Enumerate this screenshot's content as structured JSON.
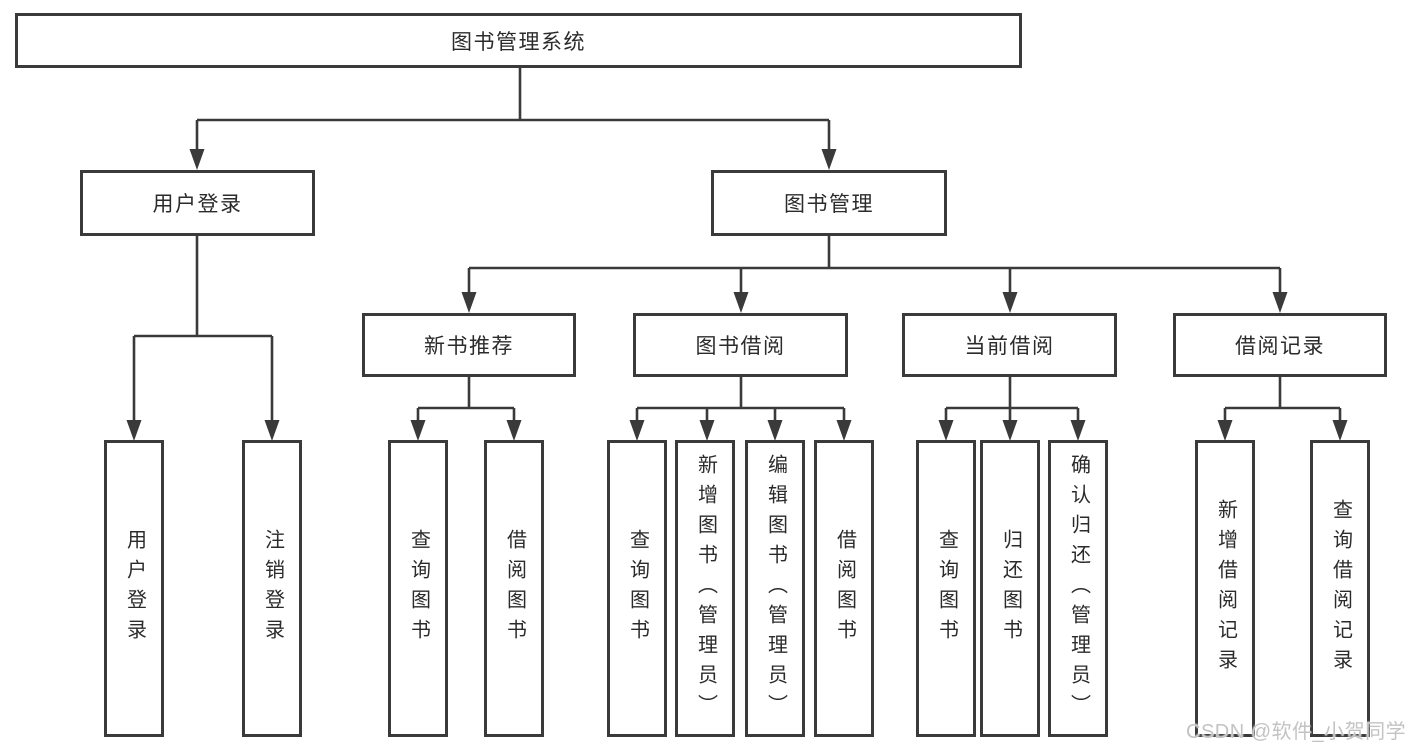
{
  "diagram": {
    "nodes": {
      "root": {
        "label": "图书管理系统"
      },
      "user_login": {
        "label": "用户登录"
      },
      "book_mgmt": {
        "label": "图书管理"
      },
      "new_book_rec": {
        "label": "新书推荐"
      },
      "book_borrow": {
        "label": "图书借阅"
      },
      "current_borrow": {
        "label": "当前借阅"
      },
      "borrow_records": {
        "label": "借阅记录"
      },
      "leaves": [
        {
          "label": "用户登录"
        },
        {
          "label": "注销登录"
        },
        {
          "label": "查询图书"
        },
        {
          "label": "借阅图书"
        },
        {
          "label": "查询图书"
        },
        {
          "label": "新增图书（管理员）"
        },
        {
          "label": "编辑图书（管理员）"
        },
        {
          "label": "借阅图书"
        },
        {
          "label": "查询图书"
        },
        {
          "label": "归还图书"
        },
        {
          "label": "确认归还（管理员）"
        },
        {
          "label": "新增借阅记录"
        },
        {
          "label": "查询借阅记录"
        }
      ]
    },
    "colors": {
      "line": "#3a3a3a",
      "text": "#2b2b2b",
      "background": "#ffffff"
    }
  },
  "watermark": {
    "text": "CSDN @软件_小贺同学",
    "color": "#c3c3c3"
  }
}
